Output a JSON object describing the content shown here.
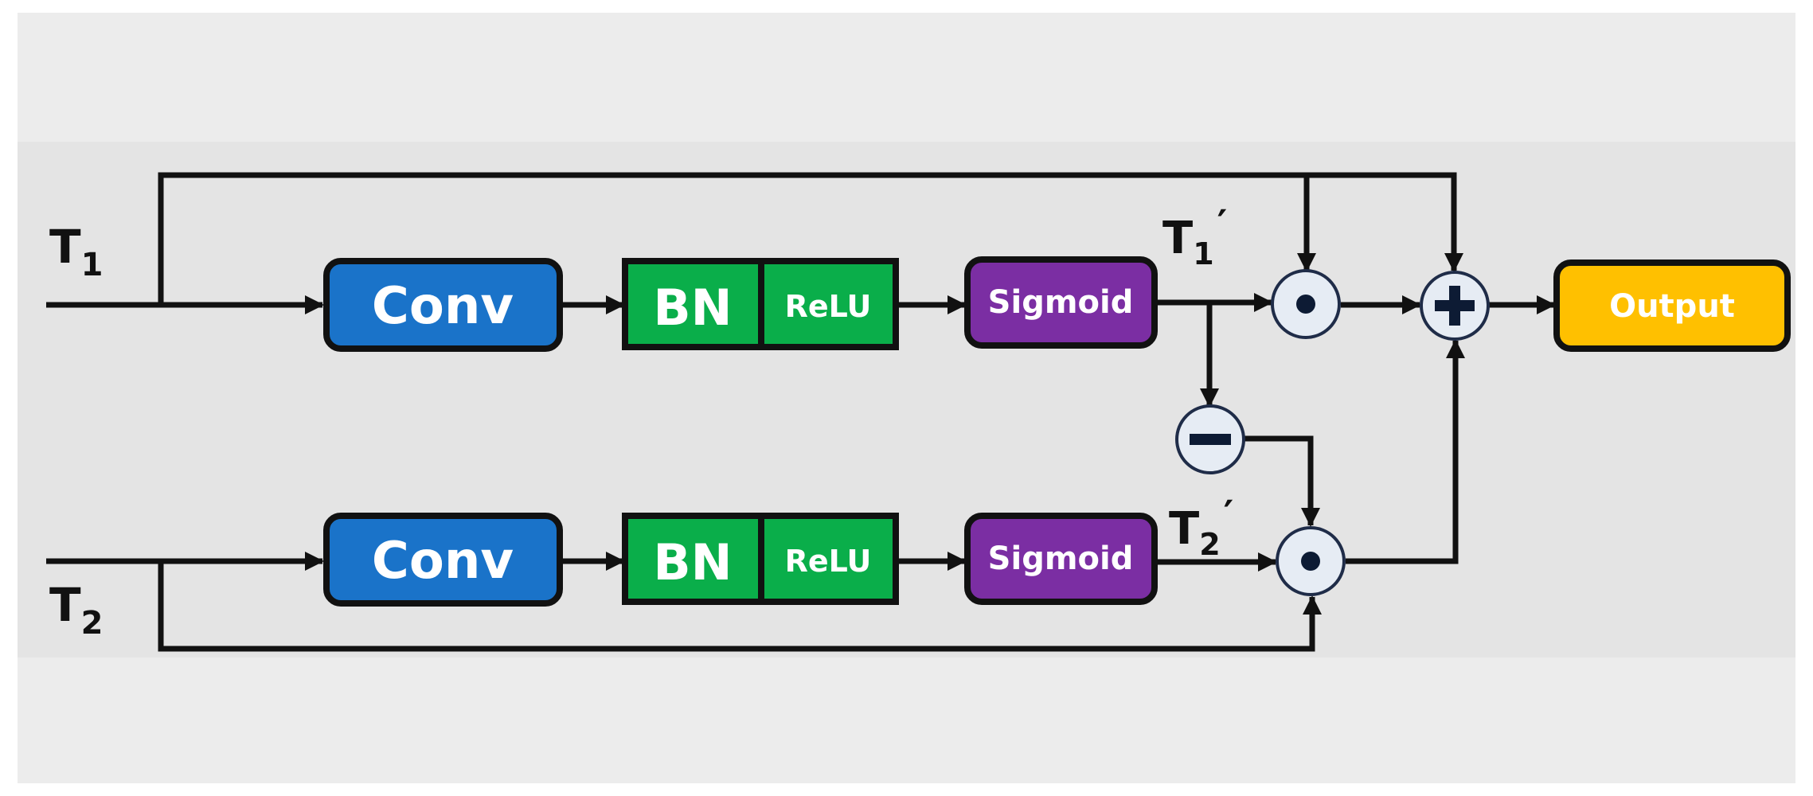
{
  "inputs": {
    "t1": {
      "base": "T",
      "sub": "1"
    },
    "t2": {
      "base": "T",
      "sub": "2"
    }
  },
  "intermediates": {
    "t1_prime": {
      "base": "T",
      "sub": "1",
      "prime": "′"
    },
    "t2_prime": {
      "base": "T",
      "sub": "2",
      "prime": "′"
    }
  },
  "blocks": {
    "conv1": "Conv",
    "bn1": "BN",
    "relu1": "ReLU",
    "sigmoid1": "Sigmoid",
    "conv2": "Conv",
    "bn2": "BN",
    "relu2": "ReLU",
    "sigmoid2": "Sigmoid",
    "output": "Output"
  },
  "operators": {
    "mult_top": "multiply-dot-icon",
    "mult_bottom": "multiply-dot-icon",
    "add": "plus-icon",
    "subtract": "minus-icon"
  },
  "colors": {
    "outer_background": "#ececec",
    "band_background": "#e4e4e4",
    "conv": "#1a73c9",
    "bn_relu": "#0aae4a",
    "sigmoid": "#7b2ea3",
    "output": "#ffc000",
    "stroke": "#111111",
    "circle_fill": "#e6ecf4",
    "circle_stroke": "#1f2c48"
  }
}
